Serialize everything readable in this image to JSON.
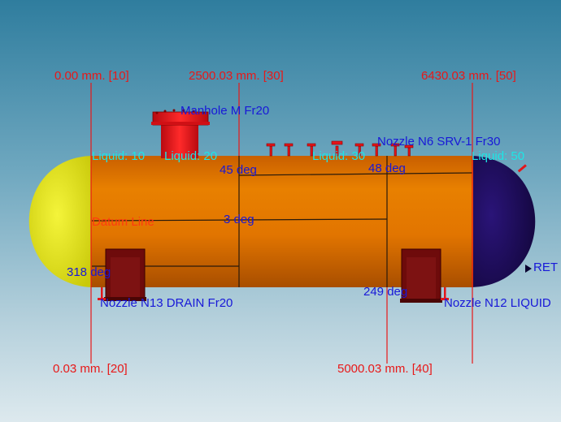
{
  "view": {
    "colors": {
      "shell": "#e27500",
      "left_head": "#e4e418",
      "right_head": "#1c0a55",
      "marker_red": "#e81818",
      "label_blue": "#1818d8",
      "liquid_cyan": "#1de6e6",
      "nozzle_red": "#e4151a",
      "saddle": "#6e0b0b"
    },
    "dimensions": {
      "d10": "0.00 mm.  [10]",
      "d20": "0.03 mm.  [20]",
      "d30": "2500.03 mm.  [30]",
      "d40": "5000.03 mm.  [40]",
      "d50": "6430.03 mm.  [50]"
    },
    "liquid_labels": {
      "l10": "Liquid: 10",
      "l20": "Liquid: 20",
      "l30": "Liquid: 30",
      "l50": "Liquid: 50"
    },
    "components": {
      "manhole": "Manhole M Fr20",
      "nozzle_n6": "Nozzle N6 SRV-1 Fr30",
      "nozzle_n13": "Nozzle N13 DRAIN Fr20",
      "nozzle_n12": "Nozzle N12 LIQUID",
      "nozzle_ret": "RET",
      "datum": "Datum Line"
    },
    "angles": {
      "a45": "45 deg",
      "a48": "48 deg",
      "a3": "3 deg",
      "a318": "318 deg",
      "a249": "249 deg"
    }
  }
}
